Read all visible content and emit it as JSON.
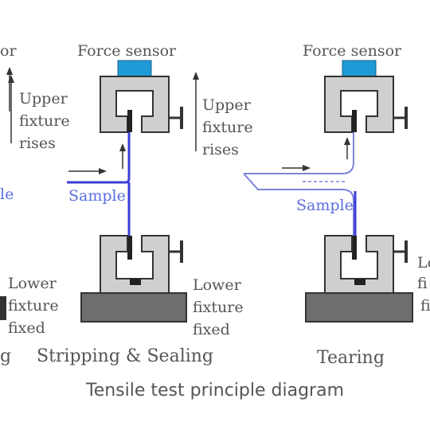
{
  "colors": {
    "sensor": "#1e9bd7",
    "sample": "#3c3cd6",
    "fixture_fill": "#cfcfcf",
    "fixture_stroke": "#333333",
    "base": "#6e6e6e",
    "text": "#555555",
    "sample_label": "#5a6ee0"
  },
  "panels": {
    "left_partial": {
      "sensor_label": "or",
      "sample_label": "le",
      "caption": "g"
    },
    "stripping": {
      "sensor_label": "Force sensor",
      "upper_line1": "Upper",
      "upper_line2": "fixture",
      "upper_line3": "rises",
      "sample_label": "Sample",
      "lower_left_line1": "Lower",
      "lower_left_line2": "fixture",
      "lower_left_line3": "fixed",
      "upper_right_line1": "Upper",
      "upper_right_line2": "fixture",
      "upper_right_line3": "rises",
      "lower_right_line1": "Lower",
      "lower_right_line2": "fixture",
      "lower_right_line3": "fixed",
      "caption": "Stripping & Sealing"
    },
    "tearing": {
      "sensor_label": "Force sensor",
      "sample_label": "Sample",
      "caption": "Tearing",
      "right_partial_line1": "Lo",
      "right_partial_line2": "fi",
      "right_partial_line3": "fi"
    }
  },
  "caption": "Tensile test principle diagram"
}
